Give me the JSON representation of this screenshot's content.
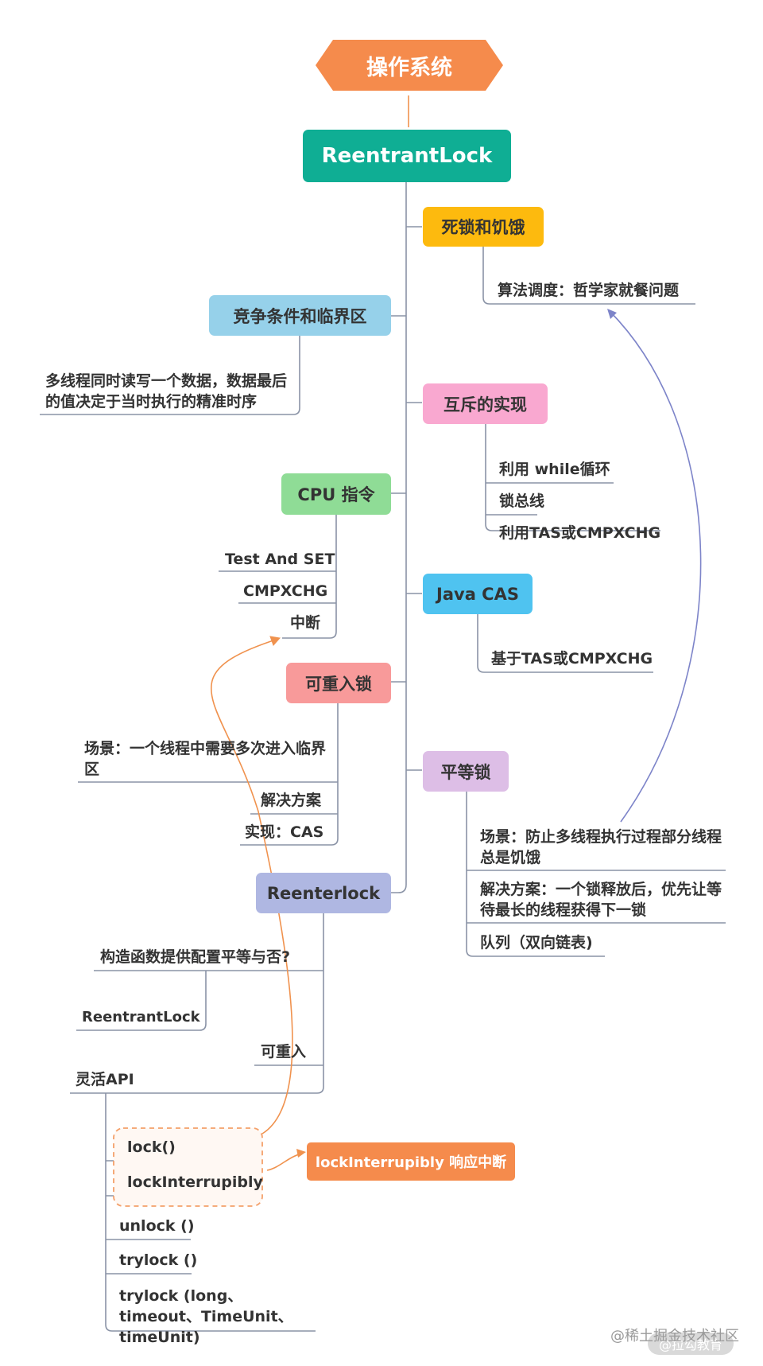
{
  "root": {
    "label": "操作系统",
    "color": "#F58B4C"
  },
  "main": {
    "label": "ReentrantLock",
    "color": "#0FAE94"
  },
  "branches": {
    "deadlock": {
      "label": "死锁和饥饿",
      "color": "#FDBA0E",
      "children": [
        "算法调度：哲学家就餐问题"
      ]
    },
    "race": {
      "label": "竞争条件和临界区",
      "color": "#96D1EA",
      "children": [
        "多线程同时读写一个数据，数据最后的值决定于当时执行的精准时序"
      ]
    },
    "mutex": {
      "label": "互斥的实现",
      "color": "#F9A8D0",
      "children": [
        "利用 while循环",
        "锁总线",
        "利用TAS或CMPXCHG"
      ]
    },
    "cpu": {
      "label": "CPU 指令",
      "color": "#8FDC96",
      "children": [
        "Test And SET",
        "CMPXCHG",
        "中断"
      ]
    },
    "javacas": {
      "label": "Java CAS",
      "color": "#4FC3F0",
      "children": [
        "基于TAS或CMPXCHG"
      ]
    },
    "reentrant": {
      "label": "可重入锁",
      "color": "#F89A9A",
      "children": [
        "场景：一个线程中需要多次进入临界区",
        "解决方案",
        "实现：CAS"
      ]
    },
    "fair": {
      "label": "平等锁",
      "color": "#DDBEE6",
      "children": [
        "场景：防止多线程执行过程部分线程总是饥饿",
        "解决方案：一个锁释放后，优先让等待最长的线程获得下一锁",
        "队列（双向链表)"
      ]
    },
    "reenterlock": {
      "label": "Reenterlock",
      "color": "#AFB7E2",
      "children": [
        "构造函数提供配置平等与否?",
        "ReentrantLock",
        "可重入",
        "灵活API"
      ],
      "api": [
        "lock()",
        "lockInterrupibly",
        "unlock ()",
        "trylock ()",
        "trylock (long、timeout、TimeUnit、timeUnit)"
      ]
    }
  },
  "callout": {
    "label": "lockInterrupibly 响应中断",
    "color": "#F58B4C"
  },
  "watermark": {
    "text1": "@稀土掘金技术社区",
    "text2": "@拉勾教育"
  },
  "colors": {
    "line": "#8A93A6",
    "orange_line": "#F0924E",
    "blue_line": "#7D84C9",
    "dashed_box": "#F4A06A"
  }
}
